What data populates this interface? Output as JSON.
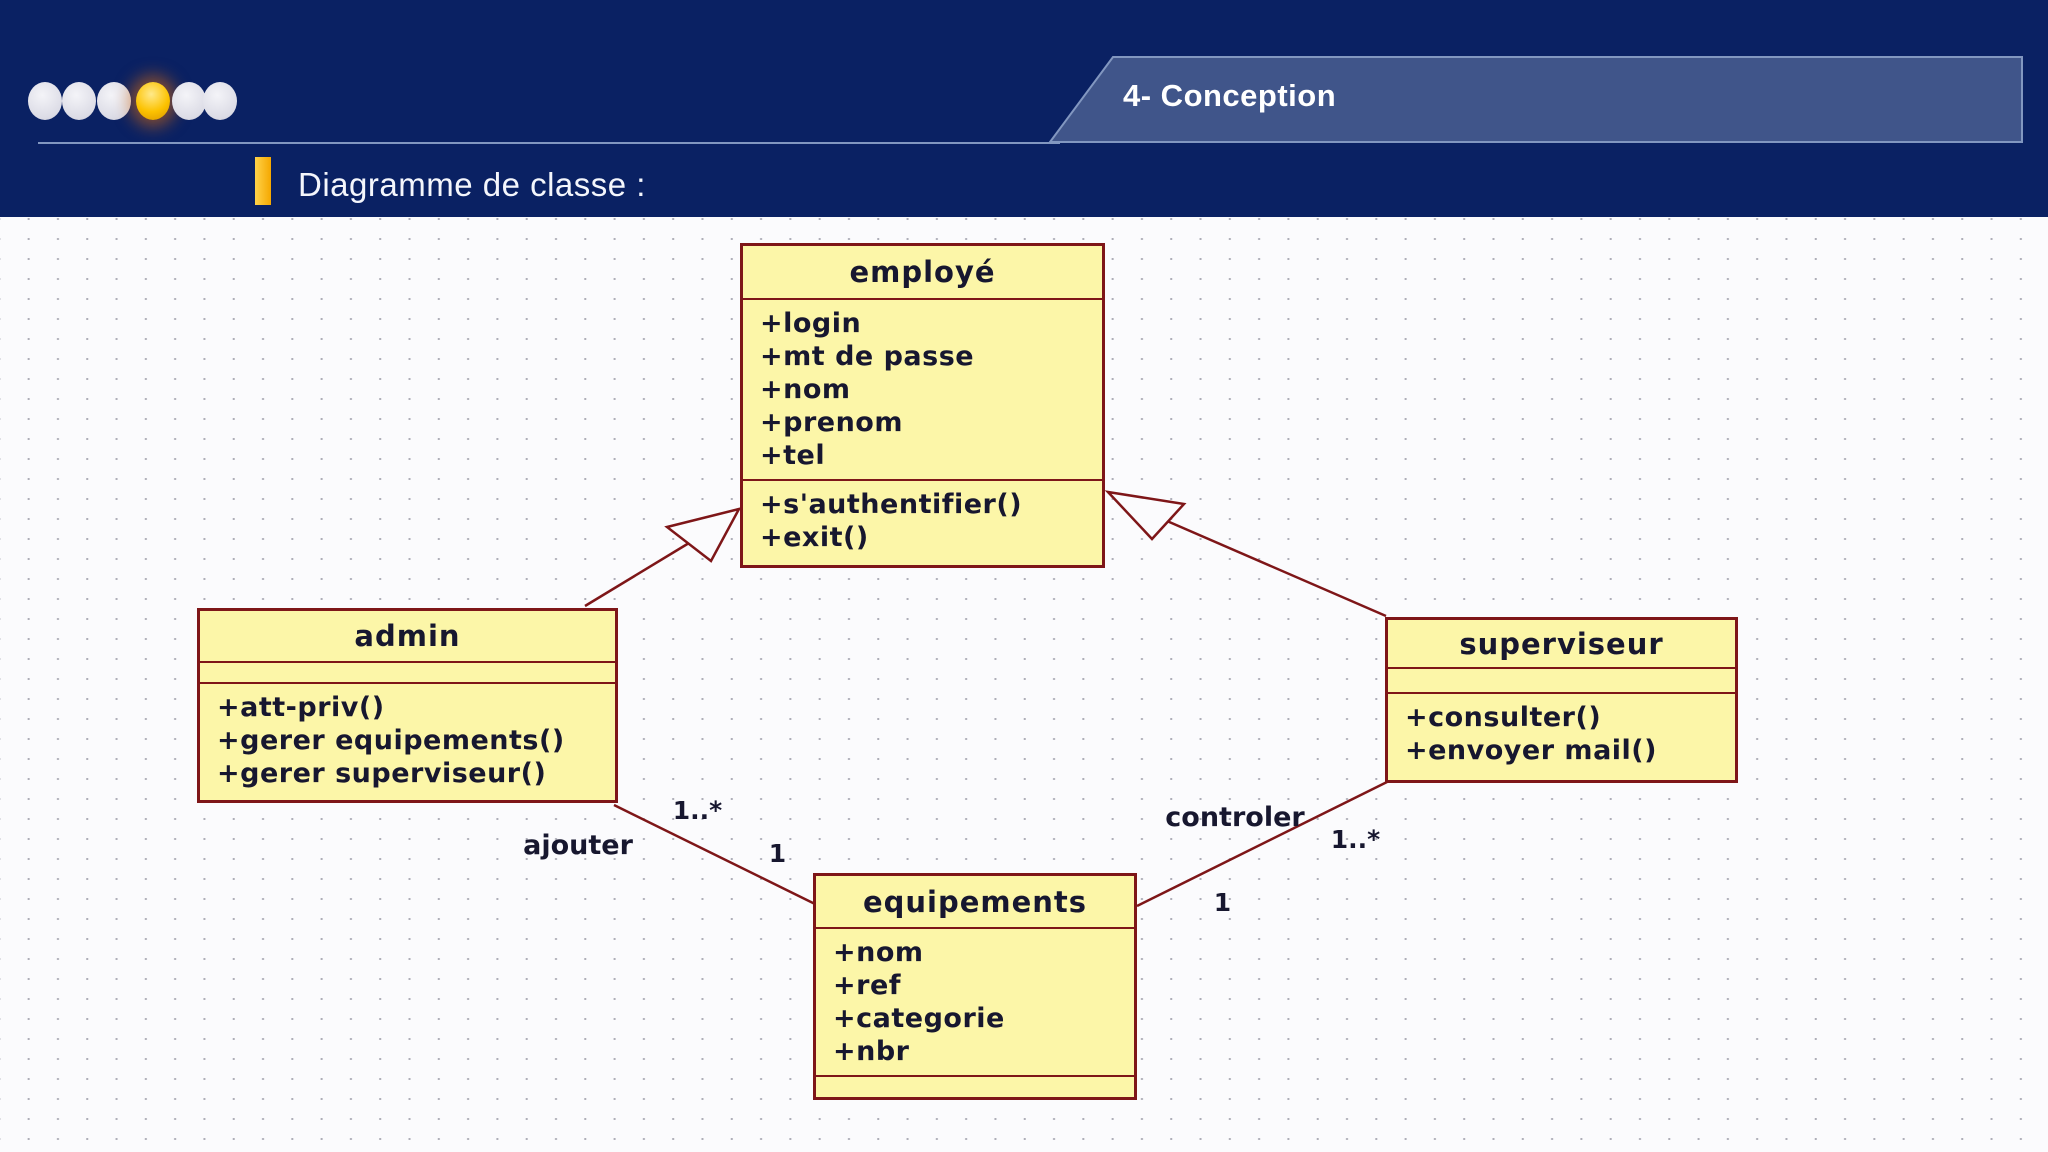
{
  "slide": {
    "banner": "4- Conception",
    "title": "Diagramme de classe :",
    "progress_dots_total": 6,
    "progress_dot_active": 4
  },
  "colors": {
    "header_navy": "#0a2163",
    "banner_fill": "#40558a",
    "banner_edge": "#8297c0",
    "accent_gold": "#fcc200",
    "class_fill": "#fcf6a8",
    "class_border": "#7e1618",
    "relation_line": "#7e1618",
    "diagram_text": "#17172f",
    "content_background": "#fbfbfd"
  },
  "uml": {
    "classes": [
      {
        "name": "employé",
        "attributes": [
          "+login",
          "+mt de passe",
          "+nom",
          "+prenom",
          "+tel"
        ],
        "methods": [
          "+s'authentifier()",
          "+exit()"
        ]
      },
      {
        "name": "admin",
        "attributes": [],
        "methods": [
          "+att-priv()",
          "+gerer equipements()",
          "+gerer superviseur()"
        ]
      },
      {
        "name": "superviseur",
        "attributes": [],
        "methods": [
          "+consulter()",
          "+envoyer mail()"
        ]
      },
      {
        "name": "equipements",
        "attributes": [
          "+nom",
          "+ref",
          "+categorie",
          "+nbr"
        ],
        "methods": []
      }
    ],
    "relations": [
      {
        "type": "generalization",
        "from": "admin",
        "to": "employé"
      },
      {
        "type": "generalization",
        "from": "superviseur",
        "to": "employé"
      },
      {
        "type": "association",
        "from": "admin",
        "to": "equipements",
        "label": "ajouter",
        "from_multiplicity": "1..*",
        "to_multiplicity": "1"
      },
      {
        "type": "association",
        "from": "superviseur",
        "to": "equipements",
        "label": "controler",
        "from_multiplicity": "1..*",
        "to_multiplicity": "1"
      }
    ]
  }
}
